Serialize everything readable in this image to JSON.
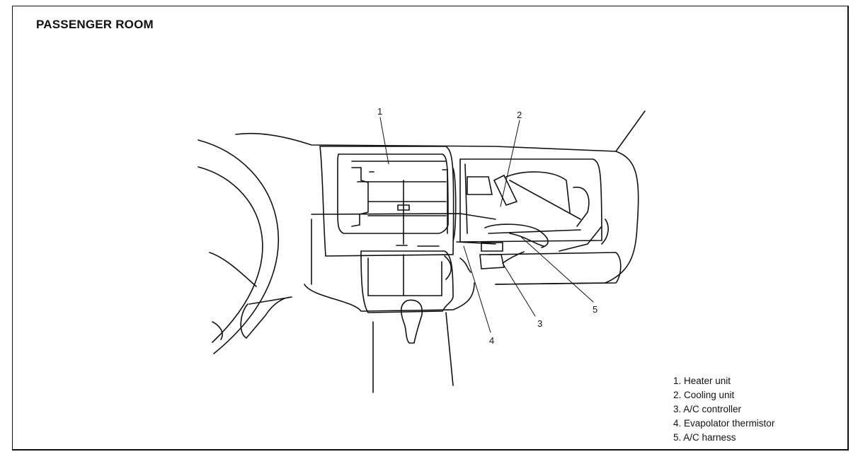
{
  "title": "PASSENGER ROOM",
  "callouts": [
    "1",
    "2",
    "3",
    "4",
    "5"
  ],
  "legend": [
    "1. Heater unit",
    "2. Cooling unit",
    "3. A/C controller",
    "4. Evapolator thermistor",
    "5. A/C harness"
  ]
}
